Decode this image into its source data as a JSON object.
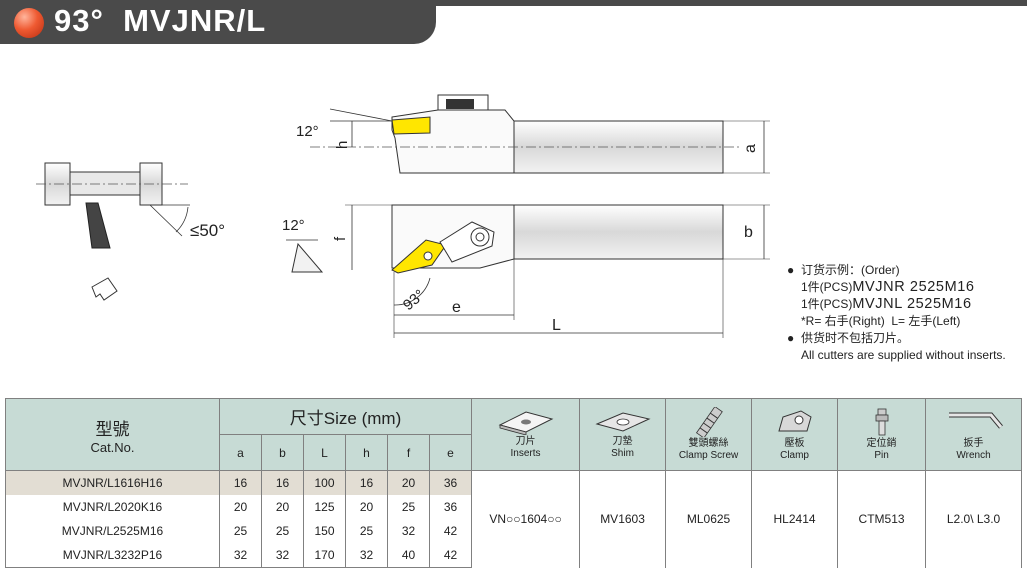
{
  "header": {
    "title": "93°  MVJNR/L"
  },
  "drawing": {
    "angles": {
      "top_left": "12°",
      "side": "12°",
      "approach": "≤50°",
      "lead": "93°"
    },
    "dims": {
      "a": "a",
      "b": "b",
      "h": "h",
      "f": "f",
      "e": "e",
      "L": "L"
    }
  },
  "notes": {
    "order_title": "订货示例：(Order)",
    "example_r_prefix": "1件(PCS)",
    "example_r_code": "MVJNR 2525M16",
    "example_l_prefix": "1件(PCS)",
    "example_l_code": "MVJNL 2525M16",
    "hand_r": "*R= 右手(Right)",
    "hand_l": "L= 左手(Left)",
    "inserts_note_cn": "供货时不包括刀片。",
    "inserts_note_en": "All cutters are supplied without inserts."
  },
  "table": {
    "model_cn": "型號",
    "model_en": "Cat.No.",
    "size_title": "尺寸Size (mm)",
    "columns": [
      "a",
      "b",
      "L",
      "h",
      "f",
      "e"
    ],
    "parts": [
      {
        "cn": "刀片",
        "en": "Inserts",
        "value": "VN○○1604○○",
        "icon": "insert-icon"
      },
      {
        "cn": "刀墊",
        "en": "Shim",
        "value": "MV1603",
        "icon": "shim-icon"
      },
      {
        "cn": "雙頭螺絲",
        "en": "Clamp Screw",
        "value": "ML0625",
        "icon": "clamp-screw-icon"
      },
      {
        "cn": "壓板",
        "en": "Clamp",
        "value": "HL2414",
        "icon": "clamp-icon"
      },
      {
        "cn": "定位銷",
        "en": "Pin",
        "value": "CTM513",
        "icon": "pin-icon"
      },
      {
        "cn": "扳手",
        "en": "Wrench",
        "value": "L2.0\\ L3.0",
        "icon": "wrench-icon"
      }
    ],
    "rows": [
      {
        "cat": "MVJNR/L1616H16",
        "vals": [
          "16",
          "16",
          "100",
          "16",
          "20",
          "36"
        ]
      },
      {
        "cat": "MVJNR/L2020K16",
        "vals": [
          "20",
          "20",
          "125",
          "20",
          "25",
          "36"
        ]
      },
      {
        "cat": "MVJNR/L2525M16",
        "vals": [
          "25",
          "25",
          "150",
          "25",
          "32",
          "42"
        ]
      },
      {
        "cat": "MVJNR/L3232P16",
        "vals": [
          "32",
          "32",
          "170",
          "32",
          "40",
          "42"
        ]
      }
    ]
  },
  "colors": {
    "header_bg": "#4a4a4a",
    "table_header_bg": "#c7dbd5",
    "selected_row_bg": "#e2ddd3",
    "insert_yellow": "#ffe600",
    "dot_red": "#ef5a32"
  }
}
